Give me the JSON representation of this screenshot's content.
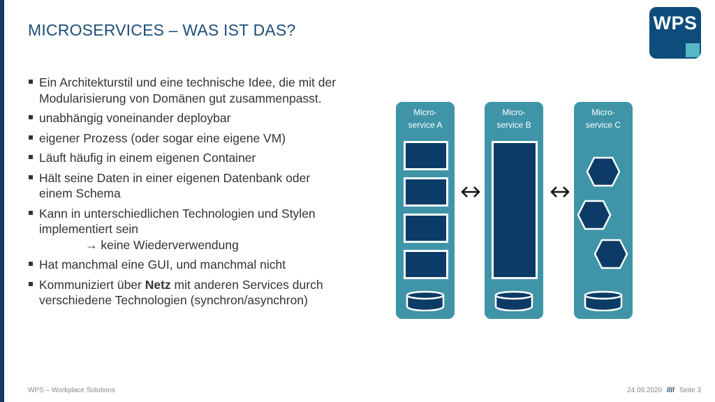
{
  "slide": {
    "title": "MICROSERVICES – WAS IST DAS?",
    "logo_text": "WPS",
    "bullets": [
      {
        "lines": [
          "Ein Architekturstil und eine technische Idee, die mit der",
          "Modularisierung von Domänen gut zusammenpasst."
        ]
      },
      {
        "lines": [
          "unabhängig voneinander deploybar"
        ]
      },
      {
        "lines": [
          "eigener Prozess (oder sogar eine eigene VM)"
        ]
      },
      {
        "lines": [
          "Läuft häufig in einem eigenen Container"
        ]
      },
      {
        "lines": [
          "Hält seine Daten in einer eigenen Datenbank oder",
          "einem Schema"
        ]
      },
      {
        "lines": [
          "Kann in unterschiedlichen Technologien und Stylen",
          "implementiert sein"
        ],
        "sub": "→ keine Wiederverwendung"
      },
      {
        "lines": [
          "Hat manchmal eine GUI, und manchmal nicht"
        ]
      },
      {
        "pre": "Kommuniziert über ",
        "bold": "Netz",
        "post": " mit anderen Services durch",
        "line2": "verschiedene Technologien (synchron/asynchron)"
      }
    ],
    "footer": {
      "left": "WPS – Workplace Solutions",
      "date": "24.09.2020",
      "separator": "////",
      "page": "Seite 3"
    }
  },
  "diagram": {
    "services": [
      {
        "line1": "Micro-",
        "line2": "service A"
      },
      {
        "line1": "Micro-",
        "line2": "service B"
      },
      {
        "line1": "Micro-",
        "line2": "service C"
      }
    ],
    "colors": {
      "container": "#3f95a7",
      "component": "#0b3b66",
      "outline": "#ffffff",
      "title": "#1f4e79",
      "logo": "#0e4d7b",
      "logo_accent": "#57b8c5"
    },
    "icons": [
      "database-icon",
      "hexagon-icon",
      "double-arrow-icon"
    ]
  }
}
